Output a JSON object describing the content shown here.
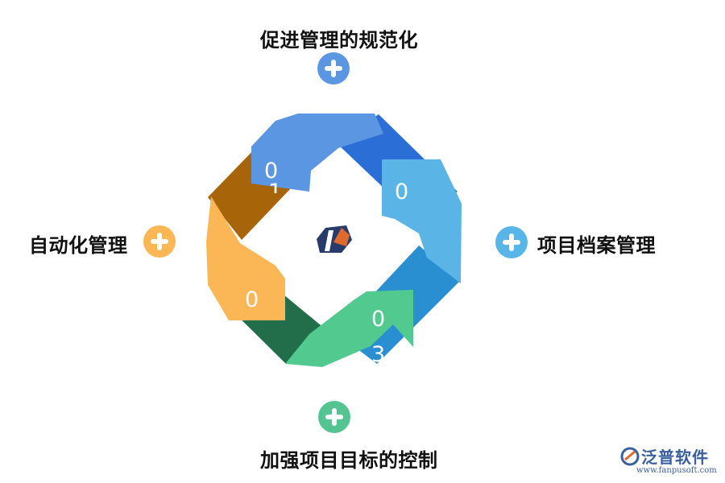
{
  "labels": {
    "top": "促进管理的规范化",
    "right": "项目档案管理",
    "bottom": "加强项目目标的控制",
    "left": "自动化管理"
  },
  "segments": {
    "s1": "0",
    "s1b": "1",
    "s2": "0",
    "s3": "0",
    "s3b": "3",
    "s4": "0"
  },
  "watermark": {
    "brand": "泛普软件",
    "url": "www.fanpusoft.com"
  },
  "colors": {
    "blue_light": "#5b9be8",
    "blue_dark": "#2b6fd6",
    "cyan_light": "#5ab4e6",
    "cyan_dark": "#2a8fd0",
    "green_light": "#52c98f",
    "green_dark": "#236e4a",
    "orange_light": "#fbb655",
    "orange_dark": "#a86408",
    "logo_navy": "#283b6b",
    "logo_orange": "#e06a2c"
  }
}
